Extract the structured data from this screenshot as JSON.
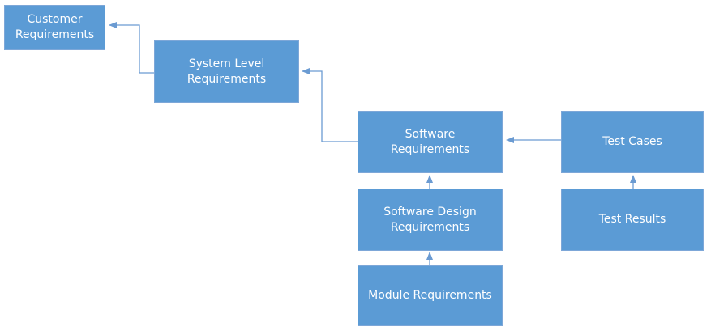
{
  "diagram": {
    "type": "flowchart",
    "background_color": "#ffffff",
    "node_fill_color": "#5b9bd5",
    "node_border_color": "#7da7d8",
    "node_text_color": "#ffffff",
    "connector_color": "#6b9bd2",
    "nodes": [
      {
        "id": "customer-requirements",
        "label": "Customer Requirements"
      },
      {
        "id": "system-level-requirements",
        "label": "System Level Requirements"
      },
      {
        "id": "software-requirements",
        "label": "Software Requirements"
      },
      {
        "id": "test-cases",
        "label": "Test Cases"
      },
      {
        "id": "software-design-requirements",
        "label": "Software Design Requirements"
      },
      {
        "id": "test-results",
        "label": "Test Results"
      },
      {
        "id": "module-requirements",
        "label": "Module Requirements"
      }
    ],
    "edges": [
      {
        "from": "system-level-requirements",
        "to": "customer-requirements"
      },
      {
        "from": "software-requirements",
        "to": "system-level-requirements"
      },
      {
        "from": "test-cases",
        "to": "software-requirements"
      },
      {
        "from": "software-design-requirements",
        "to": "software-requirements"
      },
      {
        "from": "module-requirements",
        "to": "software-design-requirements"
      },
      {
        "from": "test-results",
        "to": "test-cases"
      }
    ]
  }
}
